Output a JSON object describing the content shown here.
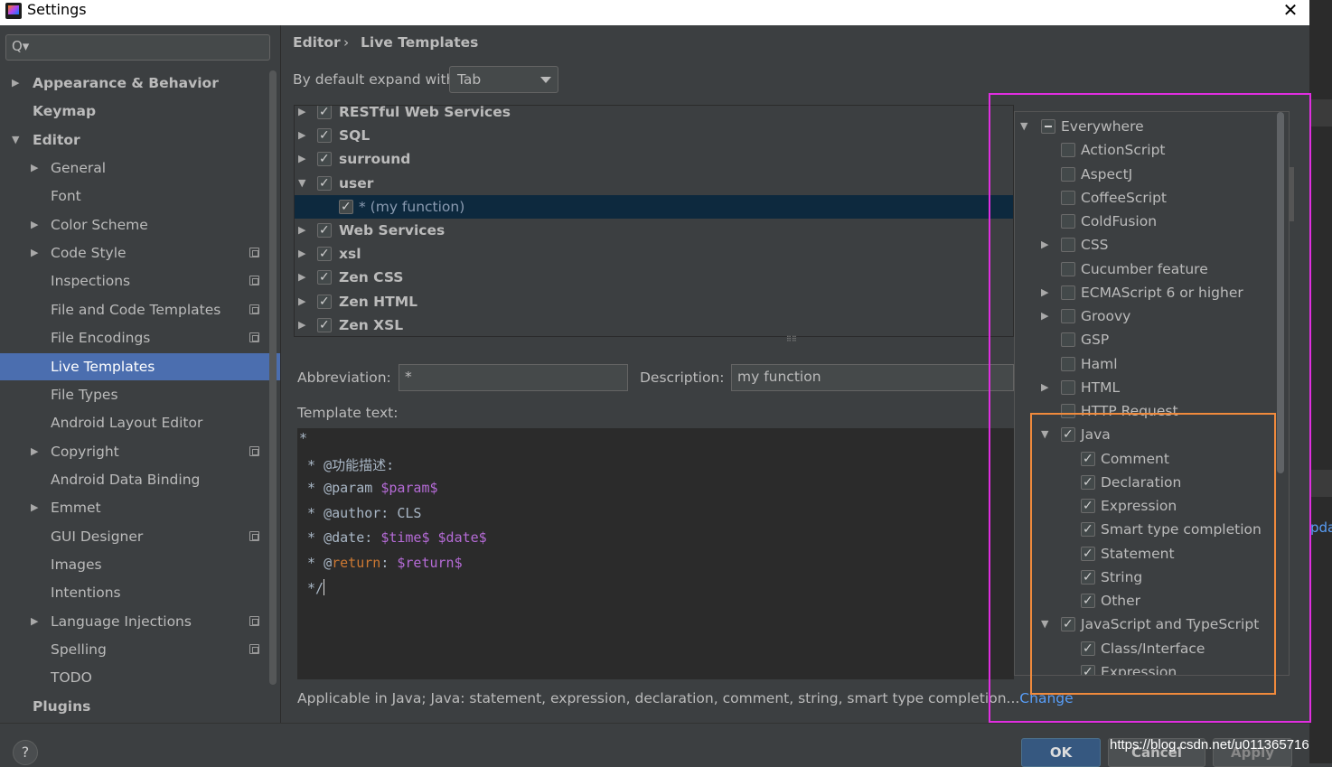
{
  "window": {
    "title": "Settings",
    "close_glyph": "✕"
  },
  "sidebar": {
    "search_icon": "Q▾",
    "items": [
      {
        "label": "Appearance & Behavior",
        "arrow": "▶",
        "bold": true,
        "indent": 0,
        "copy": false
      },
      {
        "label": "Keymap",
        "arrow": "",
        "bold": true,
        "indent": 0,
        "copy": false
      },
      {
        "label": "Editor",
        "arrow": "▼",
        "bold": true,
        "indent": 0,
        "copy": false
      },
      {
        "label": "General",
        "arrow": "▶",
        "bold": false,
        "indent": 1,
        "copy": false
      },
      {
        "label": "Font",
        "arrow": "",
        "bold": false,
        "indent": 1,
        "copy": false
      },
      {
        "label": "Color Scheme",
        "arrow": "▶",
        "bold": false,
        "indent": 1,
        "copy": false
      },
      {
        "label": "Code Style",
        "arrow": "▶",
        "bold": false,
        "indent": 1,
        "copy": true
      },
      {
        "label": "Inspections",
        "arrow": "",
        "bold": false,
        "indent": 1,
        "copy": true
      },
      {
        "label": "File and Code Templates",
        "arrow": "",
        "bold": false,
        "indent": 1,
        "copy": true
      },
      {
        "label": "File Encodings",
        "arrow": "",
        "bold": false,
        "indent": 1,
        "copy": true
      },
      {
        "label": "Live Templates",
        "arrow": "",
        "bold": false,
        "indent": 1,
        "copy": false,
        "selected": true
      },
      {
        "label": "File Types",
        "arrow": "",
        "bold": false,
        "indent": 1,
        "copy": false
      },
      {
        "label": "Android Layout Editor",
        "arrow": "",
        "bold": false,
        "indent": 1,
        "copy": false
      },
      {
        "label": "Copyright",
        "arrow": "▶",
        "bold": false,
        "indent": 1,
        "copy": true
      },
      {
        "label": "Android Data Binding",
        "arrow": "",
        "bold": false,
        "indent": 1,
        "copy": false
      },
      {
        "label": "Emmet",
        "arrow": "▶",
        "bold": false,
        "indent": 1,
        "copy": false
      },
      {
        "label": "GUI Designer",
        "arrow": "",
        "bold": false,
        "indent": 1,
        "copy": true
      },
      {
        "label": "Images",
        "arrow": "",
        "bold": false,
        "indent": 1,
        "copy": false
      },
      {
        "label": "Intentions",
        "arrow": "",
        "bold": false,
        "indent": 1,
        "copy": false
      },
      {
        "label": "Language Injections",
        "arrow": "▶",
        "bold": false,
        "indent": 1,
        "copy": true
      },
      {
        "label": "Spelling",
        "arrow": "",
        "bold": false,
        "indent": 1,
        "copy": true
      },
      {
        "label": "TODO",
        "arrow": "",
        "bold": false,
        "indent": 1,
        "copy": false
      },
      {
        "label": "Plugins",
        "arrow": "",
        "bold": true,
        "indent": 0,
        "copy": false
      }
    ]
  },
  "breadcrumb": {
    "parent": "Editor",
    "separator": "›",
    "current": "Live Templates"
  },
  "expand": {
    "label": "By default expand with",
    "value": "Tab"
  },
  "template_groups": [
    {
      "arrow": "▶",
      "checked": true,
      "label": "RESTful Web Services",
      "bold": true,
      "level": 0
    },
    {
      "arrow": "▶",
      "checked": true,
      "label": "SQL",
      "bold": true,
      "level": 0
    },
    {
      "arrow": "▶",
      "checked": true,
      "label": "surround",
      "bold": true,
      "level": 0
    },
    {
      "arrow": "▼",
      "checked": true,
      "label": "user",
      "bold": true,
      "level": 0
    },
    {
      "arrow": "",
      "checked": true,
      "label": "* (my function)",
      "bold": false,
      "level": 1,
      "selected": true
    },
    {
      "arrow": "▶",
      "checked": true,
      "label": "Web Services",
      "bold": true,
      "level": 0
    },
    {
      "arrow": "▶",
      "checked": true,
      "label": "xsl",
      "bold": true,
      "level": 0
    },
    {
      "arrow": "▶",
      "checked": true,
      "label": "Zen CSS",
      "bold": true,
      "level": 0
    },
    {
      "arrow": "▶",
      "checked": true,
      "label": "Zen HTML",
      "bold": true,
      "level": 0
    },
    {
      "arrow": "▶",
      "checked": true,
      "label": "Zen XSL",
      "bold": true,
      "level": 0
    }
  ],
  "abbreviation": {
    "label": "Abbreviation:",
    "value": "*"
  },
  "description": {
    "label": "Description:",
    "value": "my function"
  },
  "template_text": {
    "label": "Template text:",
    "lines": [
      [
        {
          "t": "*",
          "c": ""
        }
      ],
      [
        {
          "t": " * @功能描述:",
          "c": ""
        }
      ],
      [
        {
          "t": " * @param ",
          "c": ""
        },
        {
          "t": "$param$",
          "c": "var"
        }
      ],
      [
        {
          "t": " * @author: CLS",
          "c": ""
        }
      ],
      [
        {
          "t": " * @date: ",
          "c": ""
        },
        {
          "t": "$time$",
          "c": "var"
        },
        {
          "t": " ",
          "c": ""
        },
        {
          "t": "$date$",
          "c": "var"
        }
      ],
      [
        {
          "t": " * @",
          "c": ""
        },
        {
          "t": "return",
          "c": "kw"
        },
        {
          "t": ": ",
          "c": ""
        },
        {
          "t": "$return$",
          "c": "var"
        }
      ],
      [
        {
          "t": " */",
          "c": ""
        }
      ]
    ]
  },
  "applicable": {
    "text": "Applicable in Java; Java: statement, expression, declaration, comment, string, smart type completion...",
    "link": "Change"
  },
  "contexts": [
    {
      "label": "Everywhere",
      "arrow": "▼",
      "state": "partial",
      "level": 0
    },
    {
      "label": "ActionScript",
      "arrow": "",
      "state": "off",
      "level": 1
    },
    {
      "label": "AspectJ",
      "arrow": "",
      "state": "off",
      "level": 1
    },
    {
      "label": "CoffeeScript",
      "arrow": "",
      "state": "off",
      "level": 1
    },
    {
      "label": "ColdFusion",
      "arrow": "",
      "state": "off",
      "level": 1
    },
    {
      "label": "CSS",
      "arrow": "▶",
      "state": "off",
      "level": 1
    },
    {
      "label": "Cucumber feature",
      "arrow": "",
      "state": "off",
      "level": 1
    },
    {
      "label": "ECMAScript 6 or higher",
      "arrow": "▶",
      "state": "off",
      "level": 1
    },
    {
      "label": "Groovy",
      "arrow": "▶",
      "state": "off",
      "level": 1
    },
    {
      "label": "GSP",
      "arrow": "",
      "state": "off",
      "level": 1
    },
    {
      "label": "Haml",
      "arrow": "",
      "state": "off",
      "level": 1
    },
    {
      "label": "HTML",
      "arrow": "▶",
      "state": "off",
      "level": 1
    },
    {
      "label": "HTTP Request",
      "arrow": "",
      "state": "off",
      "level": 1
    },
    {
      "label": "Java",
      "arrow": "▼",
      "state": "on",
      "level": 1
    },
    {
      "label": "Comment",
      "arrow": "",
      "state": "on",
      "level": 2
    },
    {
      "label": "Declaration",
      "arrow": "",
      "state": "on",
      "level": 2
    },
    {
      "label": "Expression",
      "arrow": "",
      "state": "on",
      "level": 2
    },
    {
      "label": "Smart type completion",
      "arrow": "",
      "state": "on",
      "level": 2
    },
    {
      "label": "Statement",
      "arrow": "",
      "state": "on",
      "level": 2
    },
    {
      "label": "String",
      "arrow": "",
      "state": "on",
      "level": 2
    },
    {
      "label": "Other",
      "arrow": "",
      "state": "on",
      "level": 2
    },
    {
      "label": "JavaScript and TypeScript",
      "arrow": "▼",
      "state": "on",
      "level": 1
    },
    {
      "label": "Class/Interface",
      "arrow": "",
      "state": "on",
      "level": 2
    },
    {
      "label": "Expression",
      "arrow": "",
      "state": "on",
      "level": 2
    }
  ],
  "buttons": {
    "help": "?",
    "ok": "OK",
    "cancel": "Cancel",
    "apply": "Apply"
  },
  "right_edge_link": "pda",
  "watermark": "https://blog.csdn.net/u011365716",
  "colors": {
    "selection": "#4b6eaf",
    "highlight_pink": "#e02ee0",
    "highlight_orange": "#f08a3c",
    "link": "#589df6"
  }
}
